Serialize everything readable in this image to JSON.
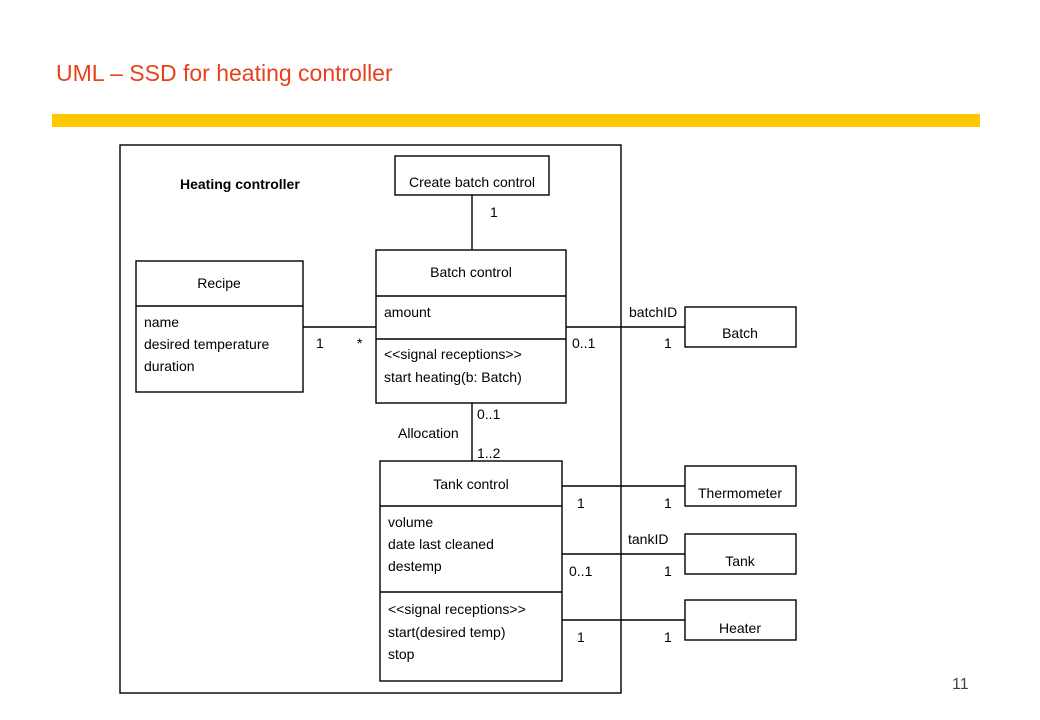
{
  "slide": {
    "title": "UML – SSD for heating controller",
    "page_number": "11",
    "accent_bar_color": "#ffc800",
    "title_color": "#e8401c"
  },
  "diagram": {
    "frame_label": "Heating controller",
    "create_batch_control": {
      "name": "Create batch control"
    },
    "recipe": {
      "name": "Recipe",
      "attributes": [
        "name",
        "desired temperature",
        "duration"
      ]
    },
    "batch_control": {
      "name": "Batch control",
      "attributes": [
        "amount"
      ],
      "operations": [
        "<<signal receptions>>",
        "start heating(b: Batch)"
      ]
    },
    "tank_control": {
      "name": "Tank control",
      "attributes": [
        "volume",
        "date last cleaned",
        "destemp"
      ],
      "operations": [
        "<<signal receptions>>",
        "start(desired temp)",
        "stop"
      ]
    },
    "batch": {
      "name": "Batch"
    },
    "thermometer": {
      "name": "Thermometer"
    },
    "tank": {
      "name": "Tank"
    },
    "heater": {
      "name": "Heater"
    },
    "associations": {
      "create_to_batch_control": {
        "multiplicity": "1"
      },
      "recipe_to_batch_control": {
        "recipe_end": "1",
        "batch_control_end": "*"
      },
      "batch_control_to_batch": {
        "qualifier": "batchID",
        "batch_control_end": "0..1",
        "batch_end": "1"
      },
      "allocation": {
        "label": "Allocation",
        "batch_control_end": "0..1",
        "tank_control_end": "1..2"
      },
      "tank_control_to_thermometer": {
        "tank_control_end": "1",
        "thermometer_end": "1"
      },
      "tank_control_to_tank": {
        "qualifier": "tankID",
        "tank_control_end": "0..1",
        "tank_end": "1"
      },
      "tank_control_to_heater": {
        "tank_control_end": "1",
        "heater_end": "1"
      }
    }
  }
}
